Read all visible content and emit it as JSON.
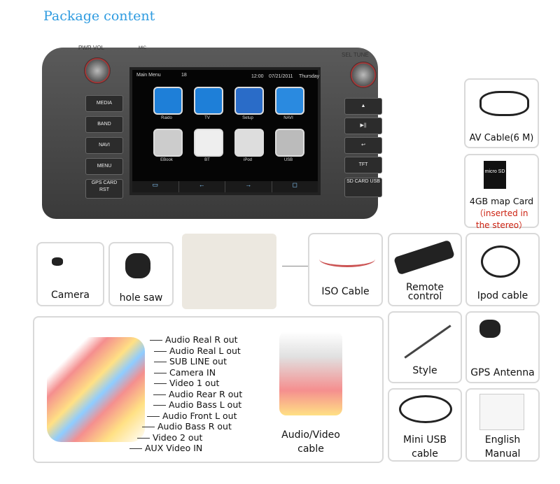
{
  "title": "Package content",
  "stereo": {
    "top_left": "PWR  VOL",
    "mic": "MIC",
    "top_right": "SEL  TUNE",
    "left_buttons": [
      "MEDIA",
      "BAND",
      "NAVI",
      "MENU",
      "GPS CARD RST"
    ],
    "right_buttons": [
      "▲",
      "▶||",
      "↩",
      "TFT",
      "SD CARD USB"
    ],
    "screen": {
      "header": "Main Menu",
      "number": "18",
      "time": "12:00",
      "date": "07/21/2011",
      "day": "Thursday",
      "apps": [
        {
          "label": "Raido",
          "color": "#1e7fd8"
        },
        {
          "label": "TV",
          "color": "#1e7fd8"
        },
        {
          "label": "Setup",
          "color": "#2a6cc8"
        },
        {
          "label": "NAVI",
          "color": "#2a8ae0"
        },
        {
          "label": "EBook",
          "color": "#ccc"
        },
        {
          "label": "BT",
          "color": "#eee"
        },
        {
          "label": "iPod",
          "color": "#ddd"
        },
        {
          "label": "USB",
          "color": "#bbb"
        }
      ],
      "nav": [
        "▭",
        "←",
        "→",
        "◻"
      ]
    }
  },
  "items": {
    "av_cable": "AV Cable(6 M)",
    "map_card": "4GB map Card",
    "map_card_note": "（inserted in the stereo）",
    "sd_card_text": "micro SD",
    "camera": "Camera",
    "hole_saw": "hole saw",
    "iso": "ISO Cable",
    "remote": "Remote control",
    "ipod": "Ipod cable",
    "style": "Style",
    "gps": "GPS Antenna",
    "mini_usb": "Mini USB cable",
    "manual": "English Manual",
    "av_video": "Audio/Video cable"
  },
  "cable_labels": [
    "Audio Real R out",
    "Audio Real L out",
    "SUB LINE out",
    "Camera IN",
    "Video 1 out",
    "Audio Rear R out",
    "Audio Bass L  out",
    "Audio Front L   out",
    "Audio Bass R  out",
    "Video 2  out",
    "AUX Video IN"
  ]
}
